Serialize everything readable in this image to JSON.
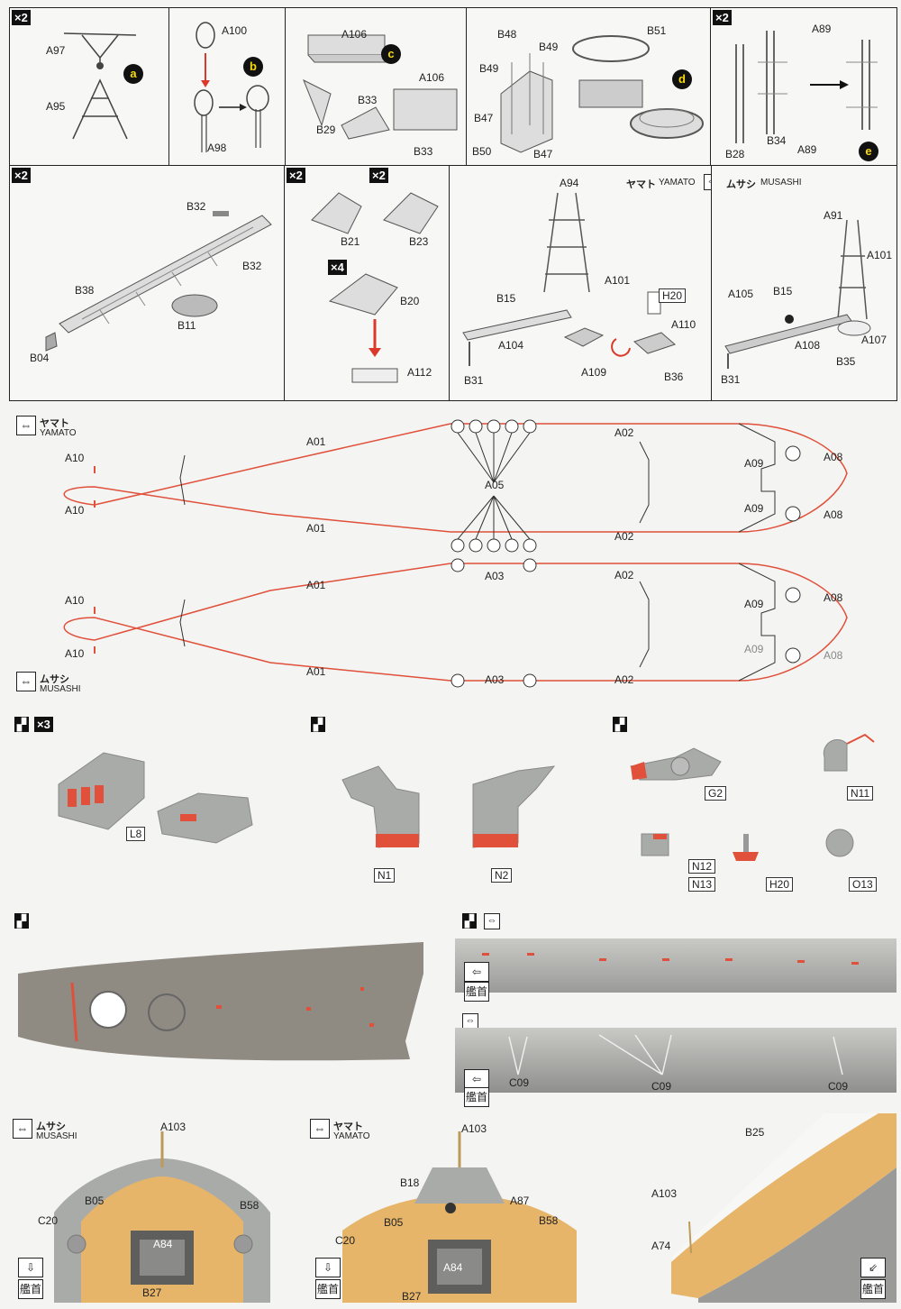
{
  "row1": {
    "p1": {
      "mult": "×2",
      "parts": [
        "A97",
        "A95"
      ],
      "step": "a"
    },
    "p2": {
      "parts": [
        "A100",
        "A98"
      ],
      "step": "b"
    },
    "p3": {
      "parts": [
        "A106",
        "A106",
        "B33",
        "B29",
        "B33"
      ],
      "step": "c"
    },
    "p4": {
      "parts": [
        "B48",
        "B49",
        "B49",
        "B47",
        "B50",
        "B47",
        "B51"
      ],
      "step": "d"
    },
    "p5": {
      "mult": "×2",
      "parts": [
        "A89",
        "B28",
        "B34",
        "A89"
      ],
      "step": "e"
    }
  },
  "row2": {
    "p1": {
      "mult": "×2",
      "parts": [
        "B32",
        "B32",
        "B38",
        "B11",
        "B04"
      ]
    },
    "p2": {
      "mult1": "×2",
      "mult2": "×2",
      "mult3": "×4",
      "parts": [
        "B21",
        "B23",
        "B20",
        "A112"
      ]
    },
    "p3": {
      "parts": [
        "A94",
        "A101",
        "B15",
        "H20",
        "A104",
        "A110",
        "B31",
        "A109",
        "B36"
      ],
      "yamato_jp": "ヤマト",
      "yamato_en": "YAMATO",
      "musashi_jp": "ムサシ",
      "musashi_en": "MUSASHI"
    },
    "p4": {
      "parts": [
        "A91",
        "A101",
        "A105",
        "B15",
        "A108",
        "A107",
        "B35",
        "B31"
      ]
    }
  },
  "decks": {
    "yamato_jp": "ヤマト",
    "yamato_en": "YAMATO",
    "musashi_jp": "ムサシ",
    "musashi_en": "MUSASHI",
    "top": {
      "a10a": "A10",
      "a10b": "A10",
      "a01a": "A01",
      "a01b": "A01",
      "a05": "A05",
      "a02a": "A02",
      "a02b": "A02",
      "a09a": "A09",
      "a09b": "A09",
      "a08a": "A08",
      "a08b": "A08"
    },
    "bottom": {
      "a10a": "A10",
      "a10b": "A10",
      "a01a": "A01",
      "a01b": "A01",
      "a03a": "A03",
      "a03b": "A03",
      "a02a": "A02",
      "a02b": "A02",
      "a09a": "A09",
      "a09b": "A09",
      "a08a": "A08",
      "a08b": "A08"
    }
  },
  "paint": {
    "p1": {
      "mult": "×3",
      "part": "L8"
    },
    "p2": {
      "parts": [
        "N1",
        "N2"
      ]
    },
    "p3": {
      "parts": [
        "G2",
        "N11",
        "N12",
        "N13",
        "H20",
        "O13"
      ]
    }
  },
  "hull": {
    "bow_jp": "艦首",
    "c09": [
      "C09",
      "C09",
      "C09"
    ]
  },
  "bottom_row": {
    "musashi": {
      "jp": "ムサシ",
      "en": "MUSASHI",
      "parts": [
        "A103",
        "B05",
        "B58",
        "C20",
        "A84",
        "B27"
      ],
      "bow": "艦首"
    },
    "yamato": {
      "jp": "ヤマト",
      "en": "YAMATO",
      "parts": [
        "A103",
        "B18",
        "A87",
        "B05",
        "B58",
        "C20",
        "A84",
        "B27"
      ],
      "bow": "艦首"
    },
    "side": {
      "parts": [
        "B25",
        "A103",
        "A74"
      ],
      "bow": "艦首"
    }
  },
  "colors": {
    "accent_red": "#e0503a",
    "deck_wood": "#e6b56a",
    "gray": "#a9aba8",
    "step_yellow": "#f5d90a"
  }
}
